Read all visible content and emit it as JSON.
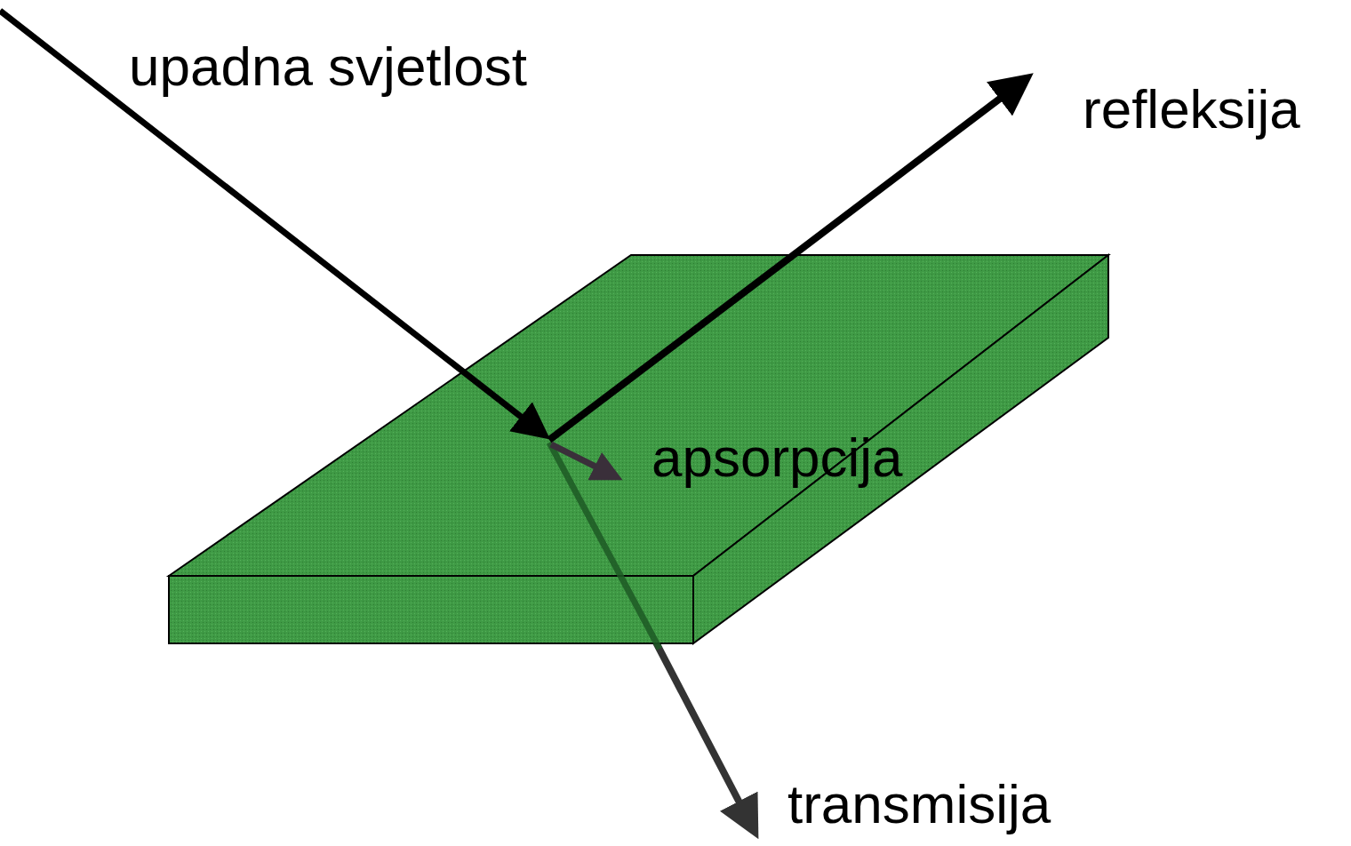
{
  "diagram": {
    "labels": [
      "upadna svjetlost",
      "refleksija",
      "apsorpcija",
      "transmisija"
    ]
  }
}
